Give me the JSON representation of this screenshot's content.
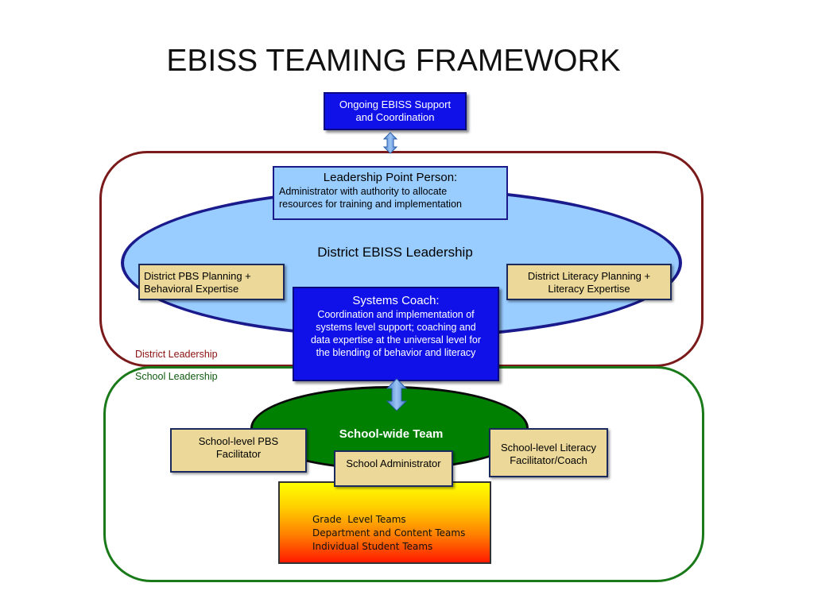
{
  "title": "EBISS TEAMING FRAMEWORK",
  "ongoing_support": {
    "line1": "Ongoing EBISS Support",
    "line2": "and Coordination"
  },
  "leadership_point_person": {
    "heading": "Leadership Point Person:",
    "line1": "Administrator with authority to allocate",
    "line2": "resources for training and implementation"
  },
  "district_ellipse_label": "District EBISS Leadership",
  "district_pbs": {
    "line1": "District PBS Planning +",
    "line2": "Behavioral Expertise"
  },
  "district_literacy": {
    "line1": "District Literacy Planning +",
    "line2": "Literacy Expertise"
  },
  "systems_coach": {
    "heading": "Systems Coach:",
    "line1": "Coordination and implementation of",
    "line2": "systems level support; coaching and",
    "line3": "data expertise at the universal level for",
    "line4": "the blending of behavior and literacy"
  },
  "region_labels": {
    "district": "District Leadership",
    "school": "School Leadership"
  },
  "school_team_label": "School-wide Team",
  "school_pbs": {
    "line1": "School-level PBS",
    "line2": "Facilitator"
  },
  "school_admin": "School Administrator",
  "school_literacy": {
    "line1": "School-level Literacy",
    "line2": "Facilitator/Coach"
  },
  "teams": [
    "Grade  Level Teams",
    "Department and Content Teams",
    "Individual Student Teams"
  ],
  "colors": {
    "dark_blue_box": "#1010e8",
    "light_blue": "#99ccff",
    "tan": "#ecd99a",
    "district_border": "#7a1a1a",
    "school_border": "#1a7a1a",
    "school_ellipse": "#008000"
  }
}
